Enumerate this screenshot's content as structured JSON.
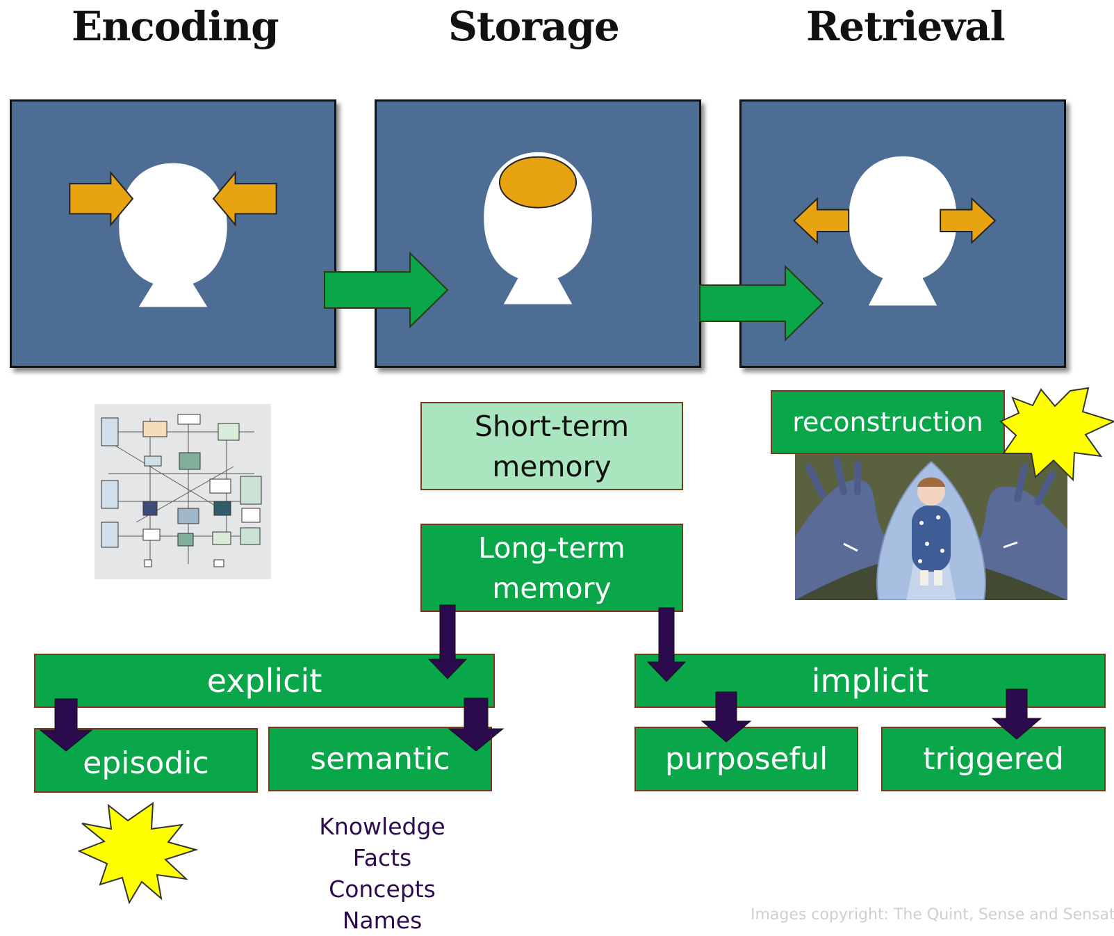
{
  "stages": {
    "encoding": "Encoding",
    "storage": "Storage",
    "retrieval": "Retrieval"
  },
  "boxes": {
    "short_term": [
      "Short-term",
      "memory"
    ],
    "long_term": [
      "Long-term",
      "memory"
    ],
    "reconstruction": "reconstruction",
    "explicit": "explicit",
    "implicit": "implicit",
    "episodic": "episodic",
    "semantic": "semantic",
    "purposeful": "purposeful",
    "triggered": "triggered"
  },
  "semantic_examples": [
    "Knowledge",
    "Facts",
    "Concepts",
    "Names"
  ],
  "copyright": "Images copyright: The Quint, Sense and Sensat",
  "colors": {
    "panel_bg": "#4d6d95",
    "orange_arrow": "#e8a310",
    "green_arrow": "#0aa64a",
    "box_green": "#0aa64a",
    "box_light_green": "#a9e6c0",
    "box_border": "#7a3a1a",
    "dark_arrow": "#2b0b4d",
    "burst": "#ffff00",
    "examples_text": "#2b0b4d"
  },
  "icons": [
    "head-icon",
    "brain-blob-icon",
    "diagram-thumbnail",
    "scared-child-illustration",
    "starburst-icon"
  ]
}
